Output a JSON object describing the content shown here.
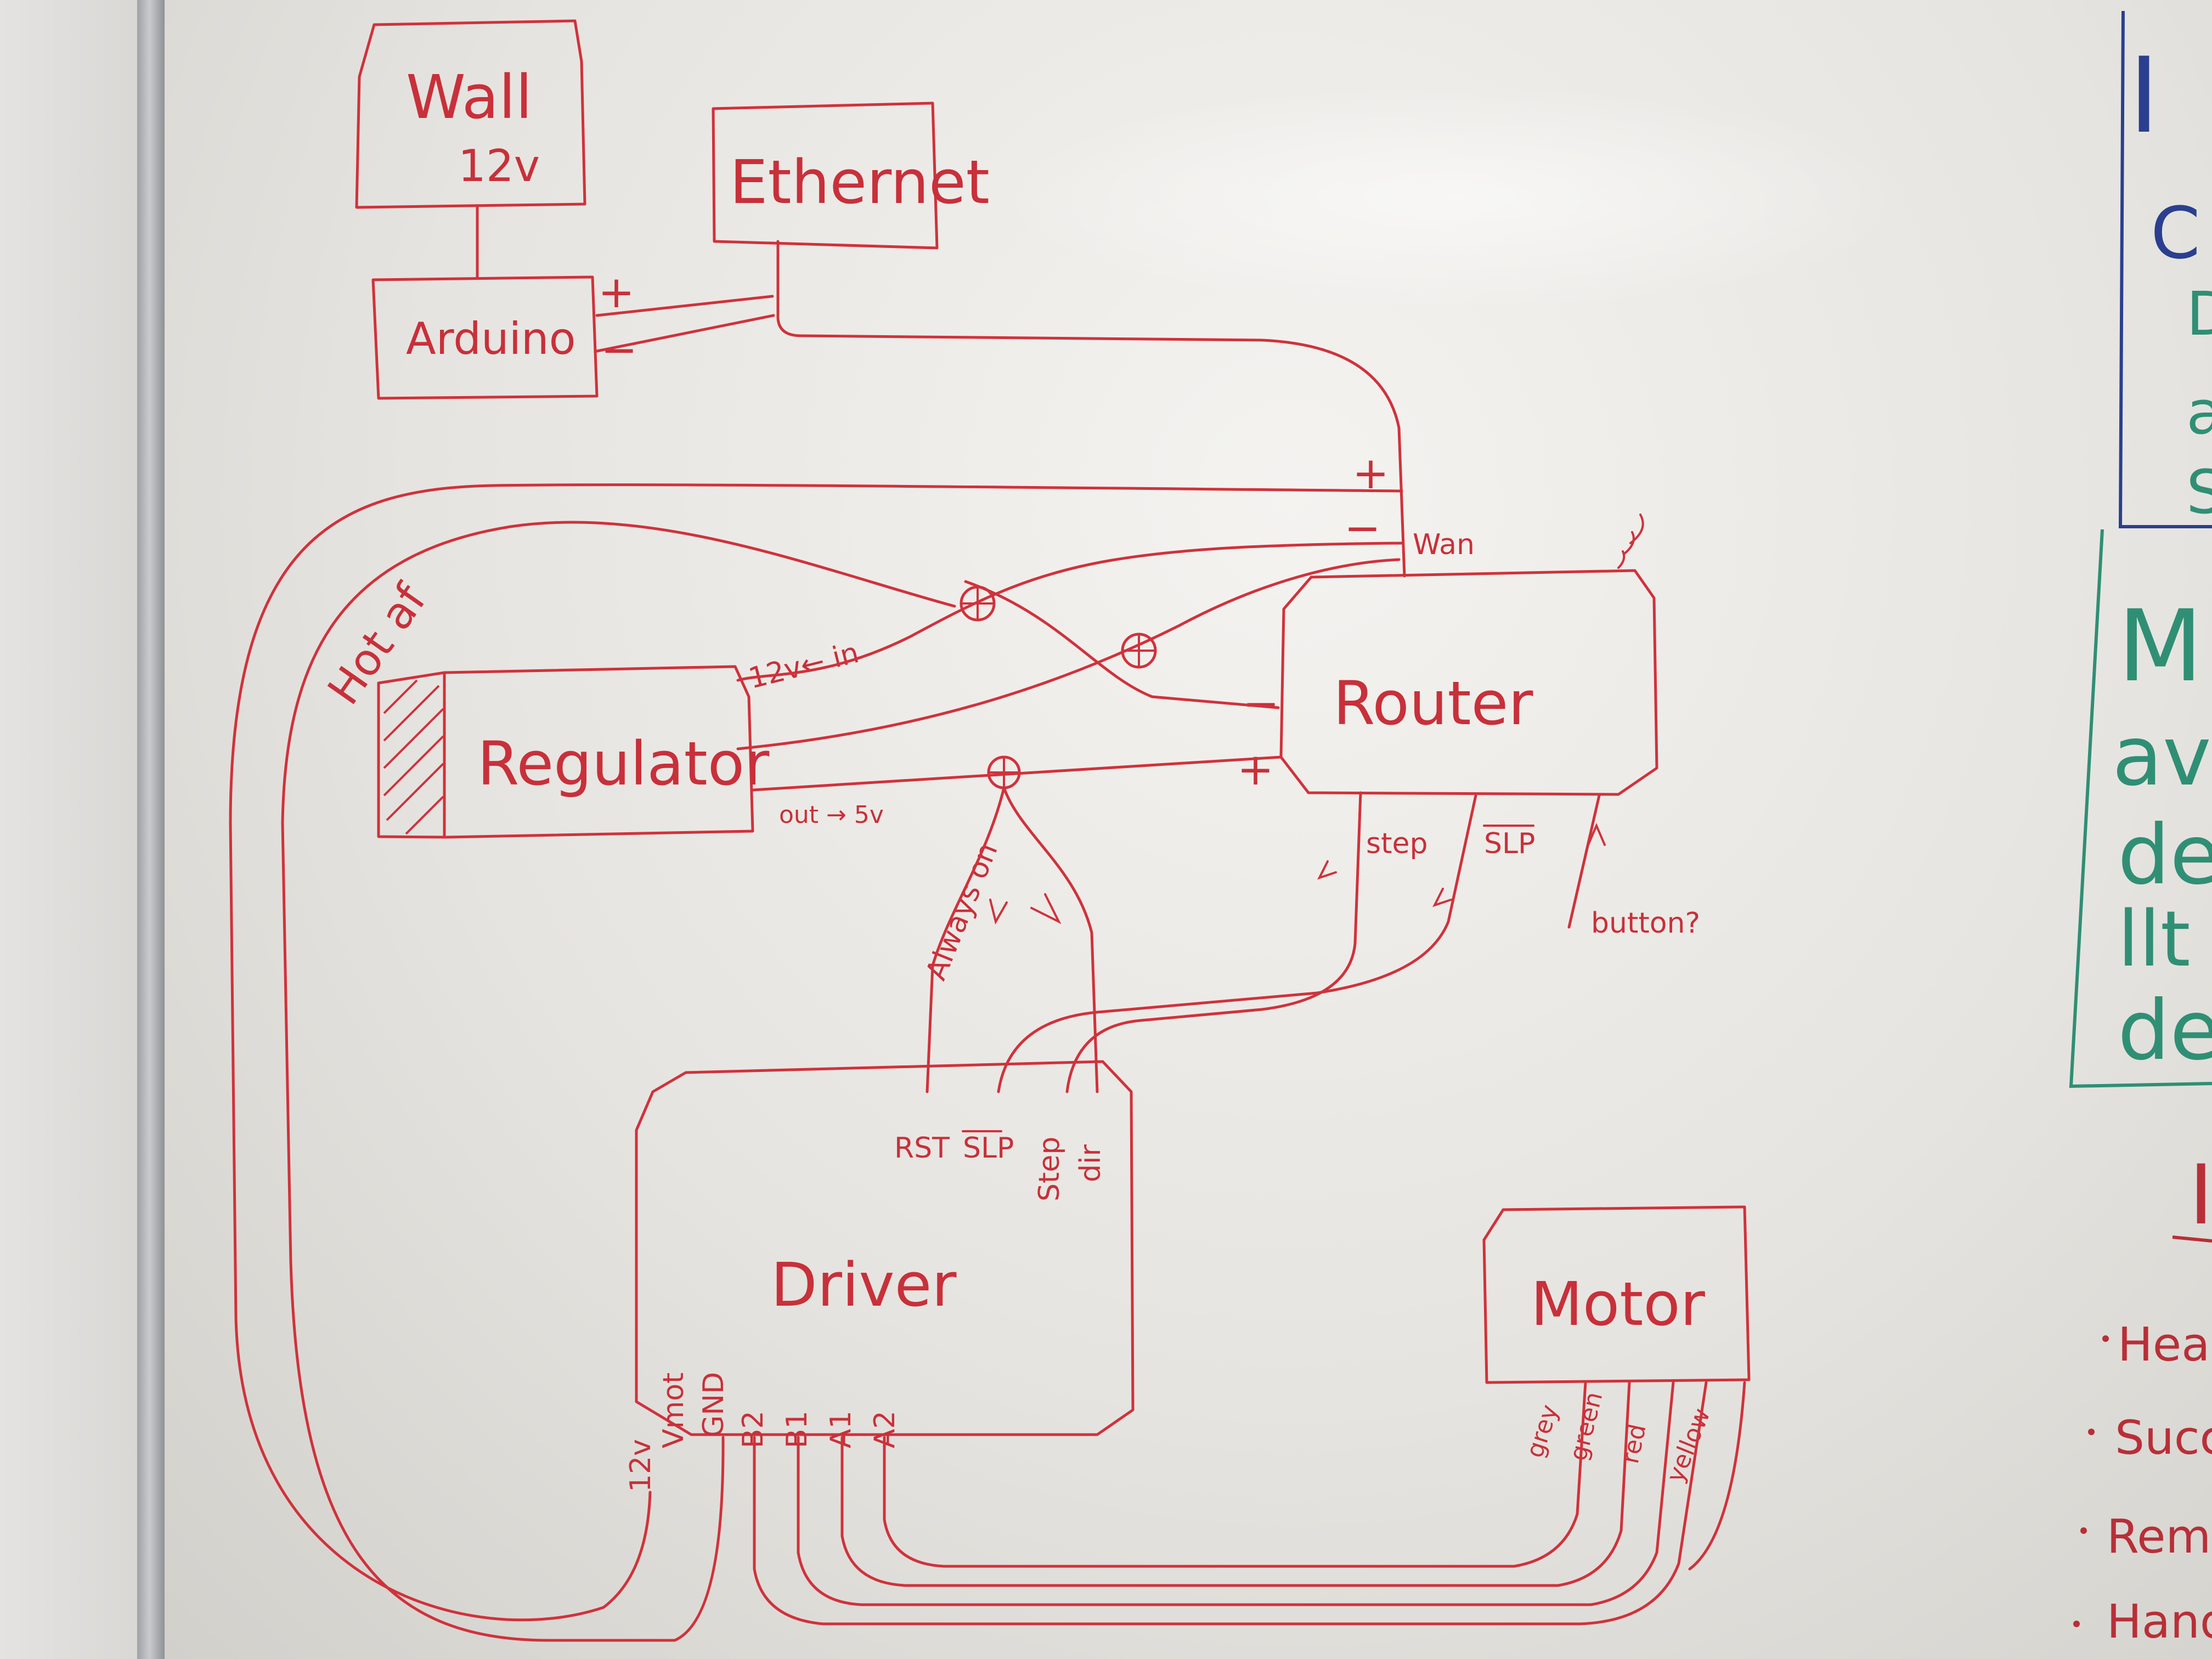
{
  "blocks": {
    "wall": {
      "line1": "Wall",
      "line2": "12v"
    },
    "ethernet": "Ethernet",
    "arduino": "Arduino",
    "regulator": "Regulator",
    "router": "Router",
    "driver": "Driver",
    "motor": "Motor"
  },
  "annotations": {
    "hot": "Hot af",
    "reg_in": "12v← in",
    "reg_out": "out → 5v",
    "wan": "Wan",
    "always_on": "Always on",
    "button": "button?",
    "step": "step",
    "slp": "SLP",
    "plus": "+",
    "minus": "−"
  },
  "driver_pins": {
    "top": [
      "RST",
      "SLP",
      "Step",
      "dir"
    ],
    "bottom": [
      "12v",
      "Vmot",
      "GND",
      "B2",
      "B1",
      "A1",
      "A2"
    ]
  },
  "motor_wires": [
    "grey",
    "green",
    "red",
    "yellow"
  ],
  "right_edge": {
    "blue_letters": [
      "I",
      "C",
      "D",
      "a",
      "S"
    ],
    "green_letters": [
      "M",
      "av",
      "de",
      "llt",
      "de"
    ],
    "red_letter": "I",
    "bullets": [
      "Hear",
      "Succ",
      "Remo",
      "Hand"
    ]
  }
}
